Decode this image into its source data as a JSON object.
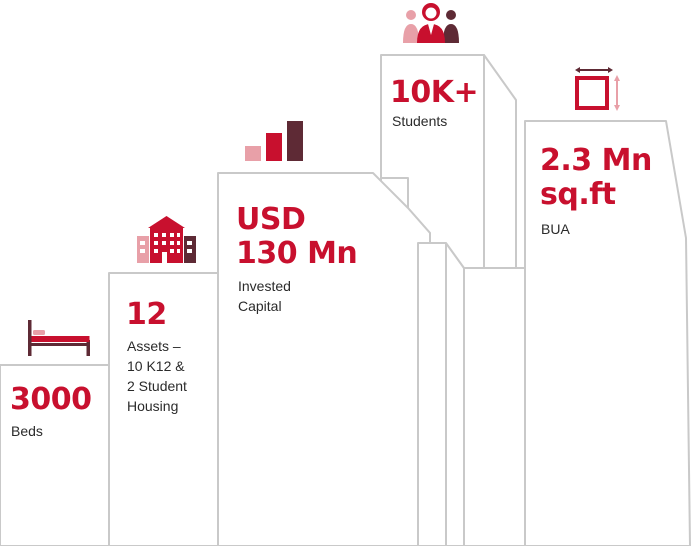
{
  "stats": [
    {
      "value": "3000",
      "label": "Beds",
      "icon": "bed-icon"
    },
    {
      "value": "12",
      "label": "Assets –\n10 K12 &\n2 Student\nHousing",
      "icon": "building-icon"
    },
    {
      "value": "USD\n130 Mn",
      "label": "Invested\nCapital",
      "icon": "bar-chart-icon"
    },
    {
      "value": "10K+",
      "label": "Students",
      "icon": "people-icon"
    },
    {
      "value": "2.3 Mn\nsq.ft",
      "label": "BUA",
      "icon": "area-measure-icon"
    }
  ],
  "colors": {
    "accent": "#c8102e",
    "light": "#e8a0a8",
    "dark": "#5e2a35",
    "outline": "#c8c8c8"
  }
}
